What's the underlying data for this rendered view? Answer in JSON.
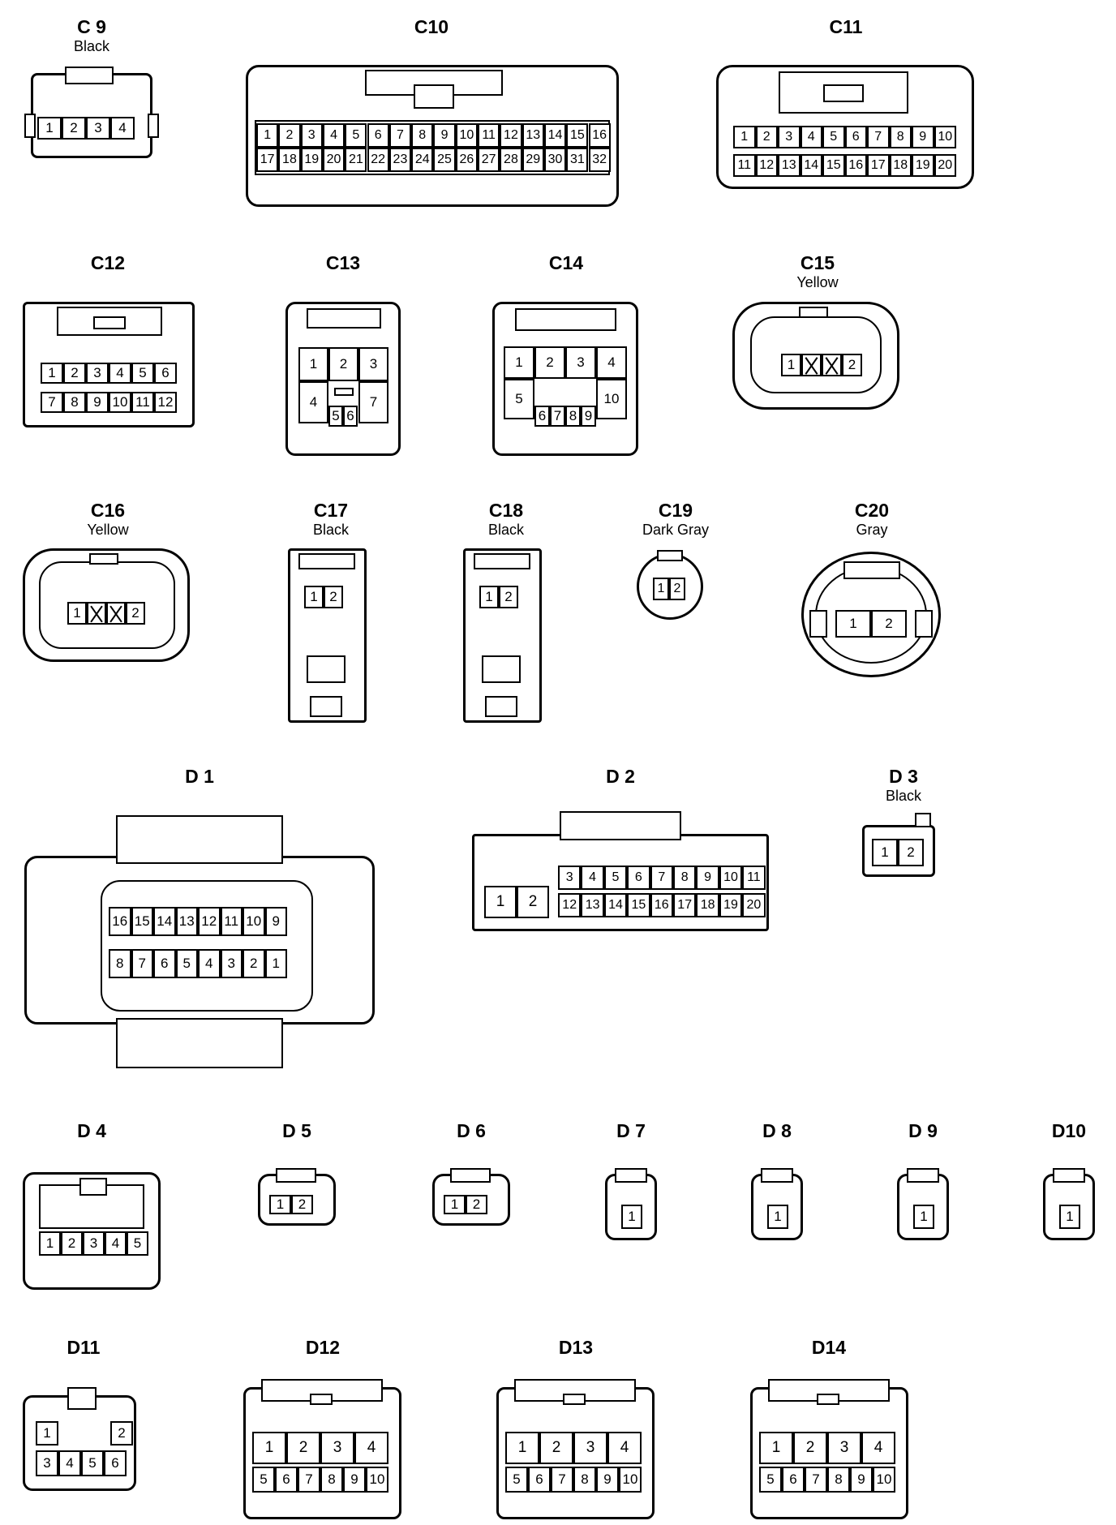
{
  "connectors": [
    {
      "id": "C 9",
      "color": "Black",
      "pins": [
        [
          "1",
          "2",
          "3",
          "4"
        ]
      ]
    },
    {
      "id": "C10",
      "color": "",
      "pins": [
        [
          "1",
          "2",
          "3",
          "4",
          "5",
          "6",
          "7",
          "8",
          "9",
          "10",
          "11",
          "12",
          "13",
          "14",
          "15",
          "16"
        ],
        [
          "17",
          "18",
          "19",
          "20",
          "21",
          "22",
          "23",
          "24",
          "25",
          "26",
          "27",
          "28",
          "29",
          "30",
          "31",
          "32"
        ]
      ]
    },
    {
      "id": "C11",
      "color": "",
      "pins": [
        [
          "1",
          "2",
          "3",
          "4",
          "5",
          "6",
          "7",
          "8",
          "9",
          "10"
        ],
        [
          "11",
          "12",
          "13",
          "14",
          "15",
          "16",
          "17",
          "18",
          "19",
          "20"
        ]
      ]
    },
    {
      "id": "C12",
      "color": "",
      "pins": [
        [
          "1",
          "2",
          "3",
          "4",
          "5",
          "6"
        ],
        [
          "7",
          "8",
          "9",
          "10",
          "11",
          "12"
        ]
      ]
    },
    {
      "id": "C13",
      "color": "",
      "pins": [
        [
          "1",
          "2",
          "3"
        ],
        [
          "4",
          "7"
        ],
        [
          "5",
          "6"
        ]
      ]
    },
    {
      "id": "C14",
      "color": "",
      "pins": [
        [
          "1",
          "2",
          "3",
          "4"
        ],
        [
          "5",
          "10"
        ],
        [
          "6",
          "7",
          "8",
          "9"
        ]
      ]
    },
    {
      "id": "C15",
      "color": "Yellow",
      "pins": [
        [
          "1",
          "",
          "",
          "2"
        ]
      ]
    },
    {
      "id": "C16",
      "color": "Yellow",
      "pins": [
        [
          "1",
          "",
          "",
          "2"
        ]
      ]
    },
    {
      "id": "C17",
      "color": "Black",
      "pins": [
        [
          "1",
          "2"
        ]
      ]
    },
    {
      "id": "C18",
      "color": "Black",
      "pins": [
        [
          "1",
          "2"
        ]
      ]
    },
    {
      "id": "C19",
      "color": "Dark Gray",
      "pins": [
        [
          "1",
          "2"
        ]
      ]
    },
    {
      "id": "C20",
      "color": "Gray",
      "pins": [
        [
          "1",
          "2"
        ]
      ]
    },
    {
      "id": "D 1",
      "color": "",
      "pins": [
        [
          "16",
          "15",
          "14",
          "13",
          "12",
          "11",
          "10",
          "9"
        ],
        [
          "8",
          "7",
          "6",
          "5",
          "4",
          "3",
          "2",
          "1"
        ]
      ]
    },
    {
      "id": "D 2",
      "color": "",
      "pins": [
        [
          "3",
          "4",
          "5",
          "6",
          "7",
          "8",
          "9",
          "10",
          "11"
        ],
        [
          "12",
          "13",
          "14",
          "15",
          "16",
          "17",
          "18",
          "19",
          "20"
        ],
        [
          "1",
          "2"
        ]
      ]
    },
    {
      "id": "D 3",
      "color": "Black",
      "pins": [
        [
          "1",
          "2"
        ]
      ]
    },
    {
      "id": "D 4",
      "color": "",
      "pins": [
        [
          "1",
          "2",
          "3",
          "4",
          "5"
        ]
      ]
    },
    {
      "id": "D 5",
      "color": "",
      "pins": [
        [
          "1",
          "2"
        ]
      ]
    },
    {
      "id": "D 6",
      "color": "",
      "pins": [
        [
          "1",
          "2"
        ]
      ]
    },
    {
      "id": "D 7",
      "color": "",
      "pins": [
        [
          "1"
        ]
      ]
    },
    {
      "id": "D 8",
      "color": "",
      "pins": [
        [
          "1"
        ]
      ]
    },
    {
      "id": "D 9",
      "color": "",
      "pins": [
        [
          "1"
        ]
      ]
    },
    {
      "id": "D10",
      "color": "",
      "pins": [
        [
          "1"
        ]
      ]
    },
    {
      "id": "D11",
      "color": "",
      "pins": [
        [
          "1",
          "2"
        ],
        [
          "3",
          "4",
          "5",
          "6"
        ]
      ]
    },
    {
      "id": "D12",
      "color": "",
      "pins": [
        [
          "1",
          "2",
          "3",
          "4"
        ],
        [
          "5",
          "6",
          "7",
          "8",
          "9",
          "10"
        ]
      ]
    },
    {
      "id": "D13",
      "color": "",
      "pins": [
        [
          "1",
          "2",
          "3",
          "4"
        ],
        [
          "5",
          "6",
          "7",
          "8",
          "9",
          "10"
        ]
      ]
    },
    {
      "id": "D14",
      "color": "",
      "pins": [
        [
          "1",
          "2",
          "3",
          "4"
        ],
        [
          "5",
          "6",
          "7",
          "8",
          "9",
          "10"
        ]
      ]
    }
  ]
}
